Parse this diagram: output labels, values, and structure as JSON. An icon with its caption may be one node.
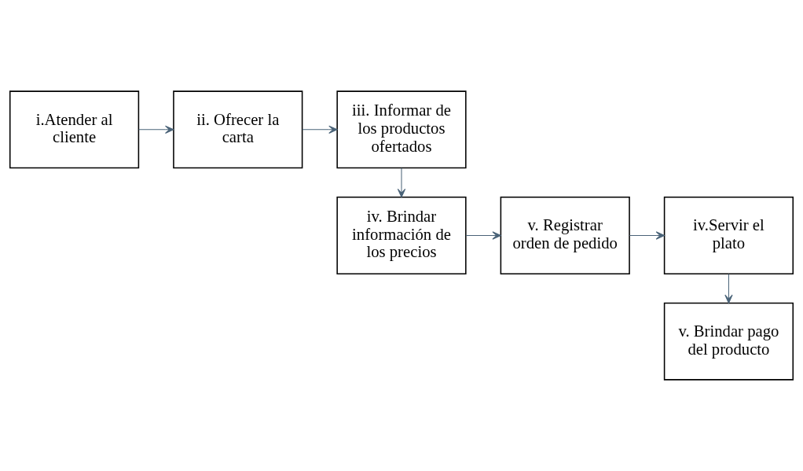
{
  "diagram": {
    "nodes": [
      {
        "text": [
          "i.Atender al cliente"
        ]
      },
      {
        "text": [
          "ii. Ofrecer la carta"
        ]
      },
      {
        "text": [
          "iii. Informar de los productos ofertados"
        ]
      },
      {
        "text": [
          "iv. Brindar información de los precios"
        ]
      },
      {
        "text": [
          "v. Registrar orden de pedido"
        ]
      },
      {
        "text": [
          "iv.Servir el plato"
        ]
      },
      {
        "text": [
          "v. Brindar pago del producto"
        ]
      }
    ],
    "edges": [
      {
        "from": 0,
        "to": 1,
        "arrow": "to"
      },
      {
        "from": 1,
        "to": 2,
        "arrow": "to"
      },
      {
        "from": 2,
        "to": 3,
        "arrow": "to"
      },
      {
        "from": 3,
        "to": 4,
        "arrow": "to"
      },
      {
        "from": 4,
        "to": 5,
        "arrow": "to"
      },
      {
        "from": 5,
        "to": 6,
        "arrow": "to"
      }
    ]
  }
}
